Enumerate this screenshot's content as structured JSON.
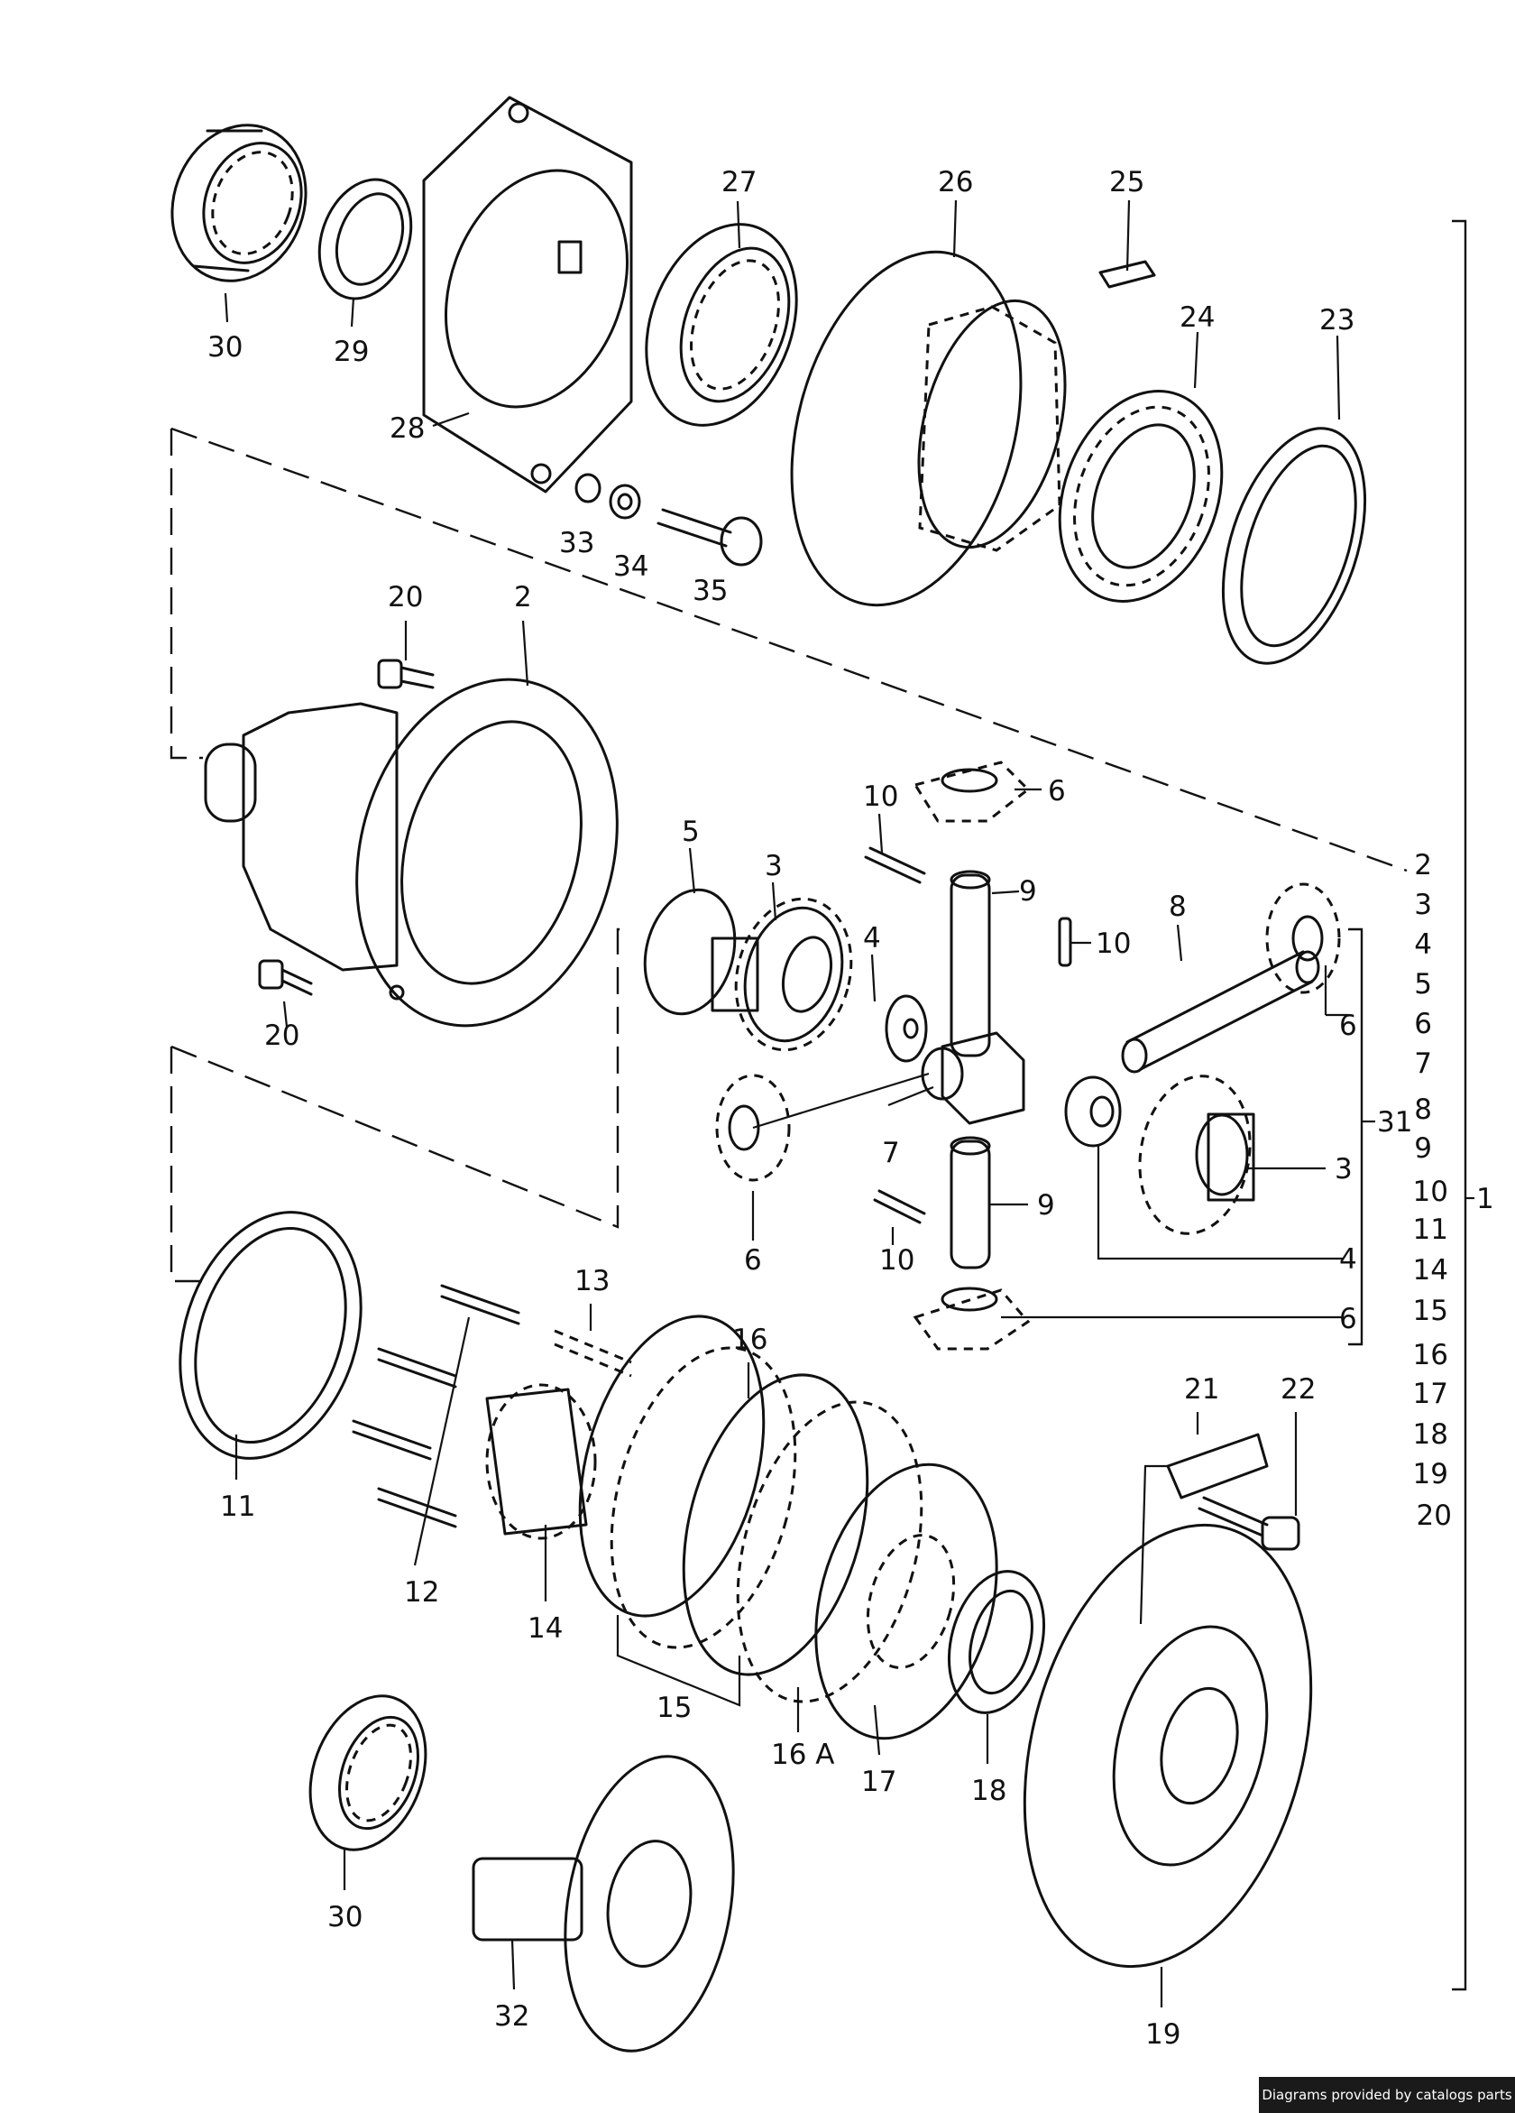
{
  "callouts": {
    "c30a": "30",
    "c29": "29",
    "c28": "28",
    "c27": "27",
    "c26": "26",
    "c25": "25",
    "c24": "24",
    "c23": "23",
    "c33": "33",
    "c34": "34",
    "c35": "35",
    "c20a": "20",
    "c2": "2",
    "c20b": "20",
    "c5": "5",
    "c3a": "3",
    "c4a": "4",
    "c10a": "10",
    "c6a": "6",
    "c9a": "9",
    "c8": "8",
    "c10b": "10",
    "c6b": "6",
    "c7": "7",
    "c31": "31",
    "c3b": "3",
    "c6c": "6",
    "c9b": "9",
    "c10c": "10",
    "c4b": "4",
    "c6d": "6",
    "c11": "11",
    "c12": "12",
    "c13": "13",
    "c14": "14",
    "c16": "16",
    "c15": "15",
    "c16a": "16 A",
    "c17": "17",
    "c18": "18",
    "c21": "21",
    "c22": "22",
    "c19": "19",
    "c30b": "30",
    "c32": "32",
    "c1": "1"
  },
  "assembly_list": [
    "2",
    "3",
    "4",
    "5",
    "6",
    "7",
    "8",
    "9",
    "10",
    "11",
    "14",
    "15",
    "16",
    "17",
    "18",
    "19",
    "20"
  ],
  "credit": "Diagrams provided by catalogs parts"
}
